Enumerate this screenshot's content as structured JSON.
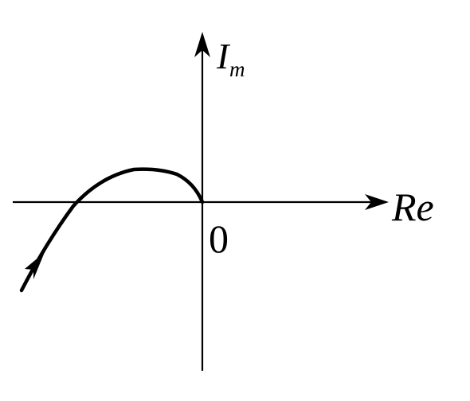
{
  "axes": {
    "imag_label_main": "I",
    "imag_label_sub": "m",
    "real_label": "Re",
    "origin_label": "0"
  }
}
